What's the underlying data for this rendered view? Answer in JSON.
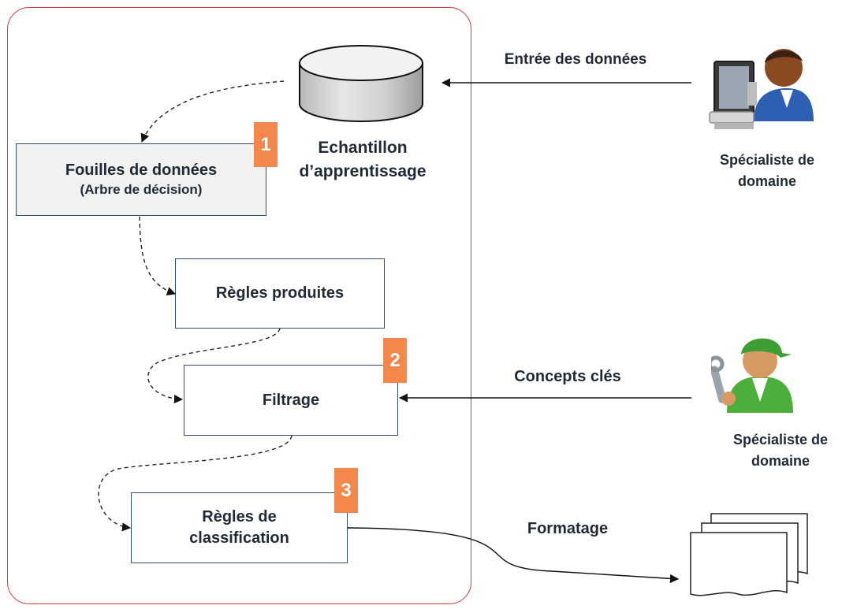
{
  "boxes": {
    "mining_title": "Fouilles de données",
    "mining_sub": "(Arbre de décision)",
    "rules_produced": "Règles produites",
    "filtering": "Filtrage",
    "classif_line1": "Règles de",
    "classif_line2": "classification"
  },
  "badges": {
    "one": "1",
    "two": "2",
    "three": "3"
  },
  "sample": {
    "line1": "Echantillon",
    "line2": "d’apprentissage"
  },
  "flows": {
    "data_entry": "Entrée des  données",
    "key_concepts": "Concepts clés",
    "formatting": "Formatage"
  },
  "actors": {
    "specialist1_line1": "Spécialiste de",
    "specialist1_line2": "domaine",
    "specialist2_line1": "Spécialiste de",
    "specialist2_line2": "domaine"
  },
  "colors": {
    "container_border": "#d83a3a",
    "badge": "#f4874b",
    "box_border": "#2f4a6e",
    "mining_fill": "#f1f1f1"
  },
  "icons": [
    "database-icon",
    "computer-user-icon",
    "technician-icon",
    "documents-icon"
  ]
}
